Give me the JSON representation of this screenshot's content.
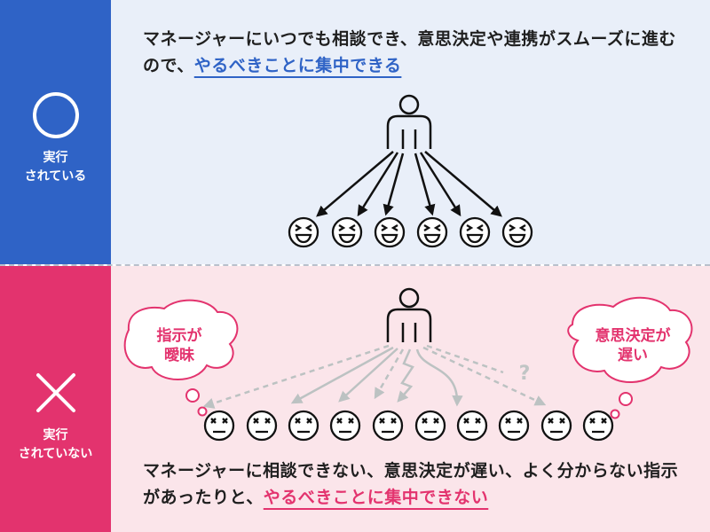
{
  "good": {
    "status_line1": "実行",
    "status_line2": "されている",
    "caption_plain": "マネージャーにいつでも相談でき、意思決定や連携がスムーズに進むので、",
    "caption_highlight": "やるべきことに集中できる"
  },
  "bad": {
    "status_line1": "実行",
    "status_line2": "されていない",
    "bubble_left_line1": "指示が",
    "bubble_left_line2": "曖昧",
    "bubble_right_line1": "意思決定が",
    "bubble_right_line2": "遅い",
    "question_mark": "?",
    "caption_plain": "マネージャーに相談できない、意思決定が遅い、よく分からない指示があったりと、",
    "caption_highlight": "やるべきことに集中できない"
  },
  "colors": {
    "blue": "#2f63c6",
    "pink": "#e3336e",
    "light_blue_bg": "#e9eff9",
    "light_pink_bg": "#fbe5ea"
  }
}
